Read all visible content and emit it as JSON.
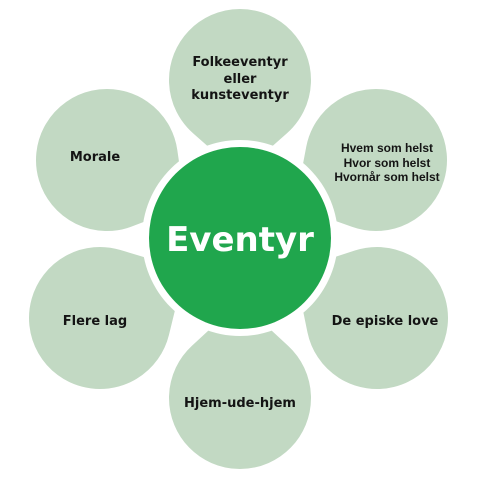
{
  "diagram": {
    "center": "Eventyr",
    "petals": [
      {
        "id": "top",
        "text": "Folkeeventyr\neller\nkunsteventyr"
      },
      {
        "id": "upper-right",
        "text": "Hvem som helst\nHvor som helst\nHvornår som helst"
      },
      {
        "id": "lower-right",
        "text": "De episke love"
      },
      {
        "id": "bottom",
        "text": "Hjem-ude-hjem"
      },
      {
        "id": "lower-left",
        "text": "Flere lag"
      },
      {
        "id": "upper-left",
        "text": "Morale"
      }
    ]
  },
  "colors": {
    "petal": "#c2d9c3",
    "petal_edge": "#ffffff",
    "center": "#20a64d",
    "center_ring": "#ffffff",
    "center_text": "#ffffff",
    "label_text": "#141414"
  }
}
